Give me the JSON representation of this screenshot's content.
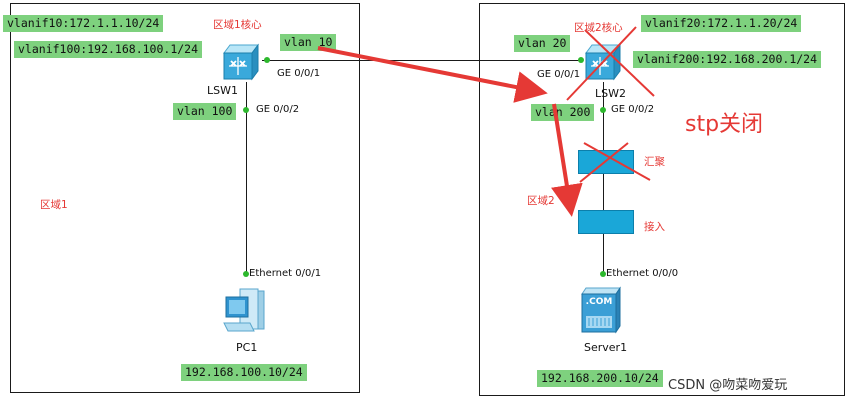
{
  "zone1": {
    "label": "区域1",
    "core_label": "区域1核心",
    "vlanif10": "vlanif10:172.1.1.10/24",
    "vlanif100": "vlanif100:192.168.100.1/24",
    "switch": {
      "name": "LSW1",
      "icon": "switch-icon"
    },
    "port_up": {
      "vlan": "vlan 10",
      "iface": "GE 0/0/1"
    },
    "port_down": {
      "vlan": "vlan 100",
      "iface": "GE 0/0/2"
    },
    "pc": {
      "name": "PC1",
      "iface": "Ethernet 0/0/1",
      "ip": "192.168.100.10/24",
      "icon": "pc-icon"
    }
  },
  "zone2": {
    "label": "区域2",
    "core_label": "区域2核心",
    "vlanif20": "vlanif20:172.1.1.20/24",
    "vlanif200": "vlanif200:192.168.200.1/24",
    "switch": {
      "name": "LSW2",
      "icon": "switch-icon"
    },
    "port_up": {
      "vlan": "vlan 20",
      "iface": "GE 0/0/1"
    },
    "port_down": {
      "vlan": "vlan 200",
      "iface": "GE 0/0/2"
    },
    "aggregation_label": "汇聚",
    "access_label": "接入",
    "server": {
      "name": "Server1",
      "iface": "Ethernet 0/0/0",
      "ip": "192.168.200.10/24",
      "icon_text": ".COM"
    }
  },
  "annotation": "stp关闭",
  "watermark": "CSDN @吻菜吻爱玩",
  "colors": {
    "tag": "#7ed17e",
    "annotation": "#e53935",
    "device": "#1aa7d8",
    "port_dot": "#2db82d"
  }
}
